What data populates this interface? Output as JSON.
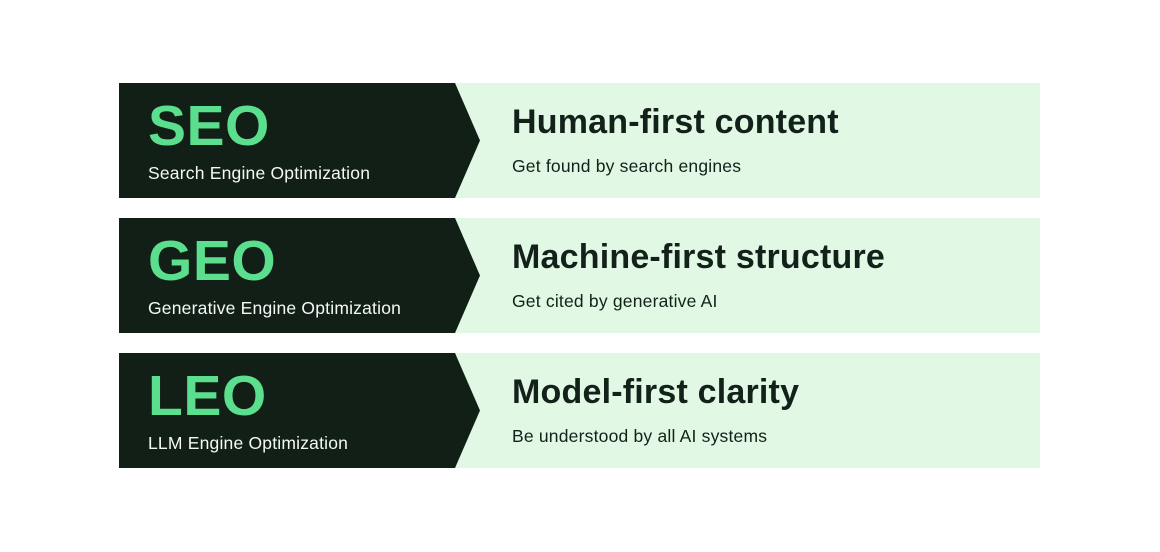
{
  "page": {
    "background": "#ffffff"
  },
  "colors": {
    "dark_panel": "#121f17",
    "accent_green": "#5bdf8e",
    "light_panel": "#e0f8e4",
    "heading_text": "#13211a",
    "light_text": "#f5f8f5"
  },
  "rows": [
    {
      "acronym": "SEO",
      "full_name": "Search Engine Optimization",
      "heading": "Human-first content",
      "description": "Get found by search engines"
    },
    {
      "acronym": "GEO",
      "full_name": "Generative Engine Optimization",
      "heading": "Machine-first structure",
      "description": "Get cited by generative AI"
    },
    {
      "acronym": "LEO",
      "full_name": "LLM Engine Optimization",
      "heading": "Model-first clarity",
      "description": "Be understood by all AI systems"
    }
  ]
}
